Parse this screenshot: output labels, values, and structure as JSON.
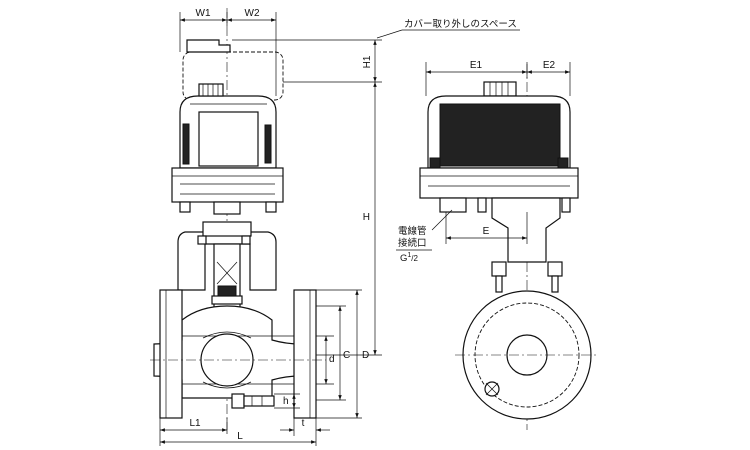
{
  "labels": {
    "W1": "W1",
    "W2": "W2",
    "H1": "H1",
    "H": "H",
    "D": "D",
    "C": "C",
    "d": "d",
    "h": "h",
    "L1": "L1",
    "L": "L",
    "t": "t",
    "E1": "E1",
    "E2": "E2",
    "E": "E"
  },
  "notes": {
    "cover_removal_space": "カバー取り外しのスペース",
    "conduit_line1": "電線管",
    "conduit_line2": "接続口",
    "conduit_size_base": "G",
    "conduit_size_sup": "1",
    "conduit_size_sub": "/2"
  }
}
